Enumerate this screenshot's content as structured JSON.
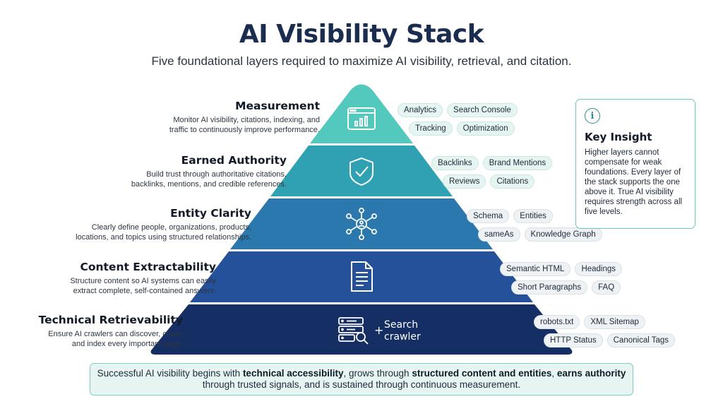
{
  "header": {
    "title": "AI Visibility Stack",
    "subtitle": "Five foundational layers required to maximize AI visibility, retrieval, and citation."
  },
  "colors": {
    "layer1": "#53c8bd",
    "layer2": "#2fa1b2",
    "layer3": "#2a78ad",
    "layer4": "#25509a",
    "layer5": "#152e63"
  },
  "layers": [
    {
      "title": "Measurement",
      "desc1": "Monitor AI visibility, citations, indexing, and",
      "desc2": "traffic to continuously improve performance.",
      "icon": "analytics-dashboard-icon",
      "tags_row1": [
        "Analytics",
        "Search Console"
      ],
      "tags_row2": [
        "Tracking",
        "Optimization"
      ]
    },
    {
      "title": "Earned Authority",
      "desc1": "Build trust through authoritative citations,",
      "desc2": "backlinks, mentions, and credible references.",
      "icon": "shield-check-icon",
      "tags_row1": [
        "Backlinks",
        "Brand Mentions"
      ],
      "tags_row2": [
        "Reviews",
        "Citations"
      ]
    },
    {
      "title": "Entity Clarity",
      "desc1": "Clearly define people, organizations, products,",
      "desc2": "locations, and topics using structured relationships.",
      "icon": "entity-network-icon",
      "tags_row1": [
        "Schema",
        "Entities"
      ],
      "tags_row2": [
        "sameAs",
        "Knowledge Graph"
      ]
    },
    {
      "title": "Content Extractability",
      "desc1": "Structure content so AI systems can easily",
      "desc2": "extract complete, self-contained answers.",
      "icon": "document-icon",
      "tags_row1": [
        "Semantic HTML",
        "Headings"
      ],
      "tags_row2": [
        "Short Paragraphs",
        "FAQ"
      ]
    },
    {
      "title": "Technical Retrievability",
      "desc1": "Ensure AI crawlers can discover, crawl,",
      "desc2": "and index every important page.",
      "icon": "server-search-icon",
      "tags_row1": [
        "robots.txt",
        "XML Sitemap"
      ],
      "tags_row2": [
        "HTTP Status",
        "Canonical Tags"
      ]
    }
  ],
  "crawler": {
    "plus": "+",
    "line1": "Search",
    "line2": "crawler"
  },
  "insight": {
    "icon_glyph": "i",
    "title": "Key Insight",
    "body": "Higher layers cannot compensate for weak foundations. Every layer of the stack supports the one above it. True AI visibility requires strength across all five levels."
  },
  "footer": {
    "p1": "Successful AI visibility begins with ",
    "b1": "technical accessibility",
    "p2": ", grows through ",
    "b2": "structured content and entities",
    "p3": ", ",
    "b3": "earns authority",
    "p4": " through trusted signals, and is sustained through continuous measurement."
  }
}
